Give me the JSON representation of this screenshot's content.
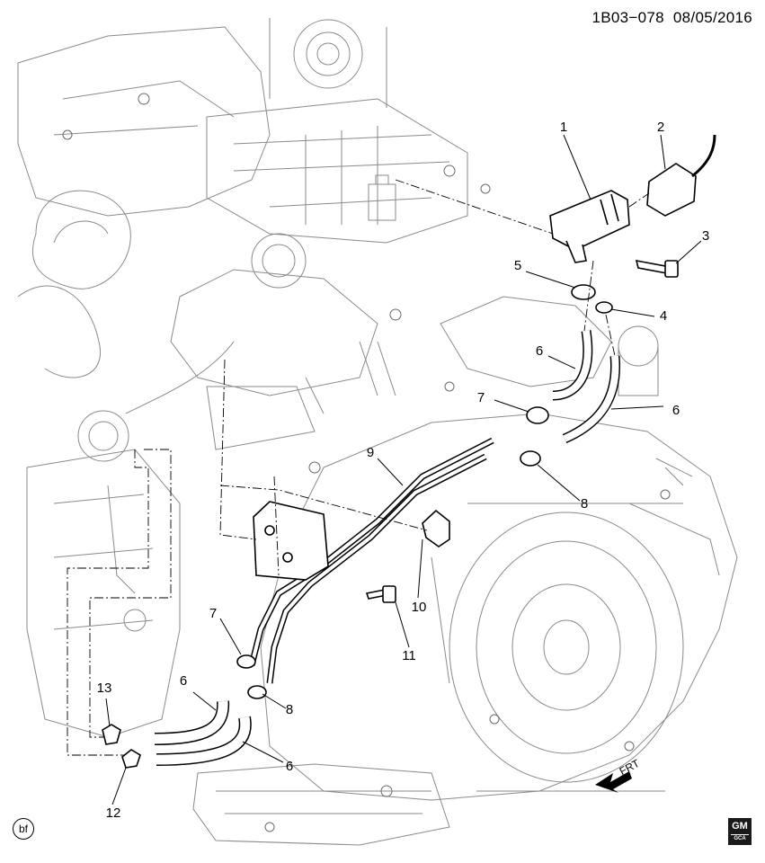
{
  "header": {
    "code": "1B03−078",
    "date": "08/05/2016"
  },
  "callouts": [
    "1",
    "2",
    "3",
    "4",
    "5",
    "6",
    "6",
    "6",
    "6",
    "7",
    "7",
    "8",
    "8",
    "9",
    "10",
    "11",
    "12",
    "13"
  ],
  "corner": {
    "left_mark": "bf",
    "logo_text": "GM",
    "logo_sub": "GCA"
  },
  "direction": {
    "label": "FRT",
    "icon": "arrow-icon"
  },
  "colors": {
    "line": "#000000",
    "engine": "#7a7a7a",
    "part": "#000000",
    "background": "#ffffff"
  }
}
